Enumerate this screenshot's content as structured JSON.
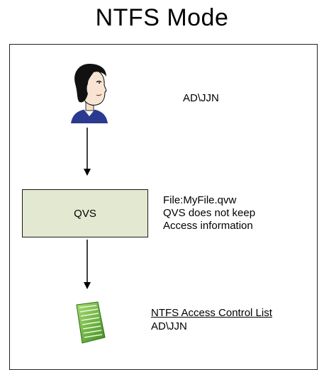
{
  "title": "NTFS Mode",
  "user": {
    "label": "AD\\JJN",
    "icon": "person-icon"
  },
  "server": {
    "label": "QVS",
    "fill_color": "#e3e8d1"
  },
  "server_notes": {
    "line1": "File:MyFile.qvw",
    "line2": "QVS does not keep",
    "line3": "Access information"
  },
  "acl": {
    "title": "NTFS Access Control List",
    "user": "AD\\JJN",
    "icon": "document-icon",
    "icon_color": "#6bb33a"
  }
}
